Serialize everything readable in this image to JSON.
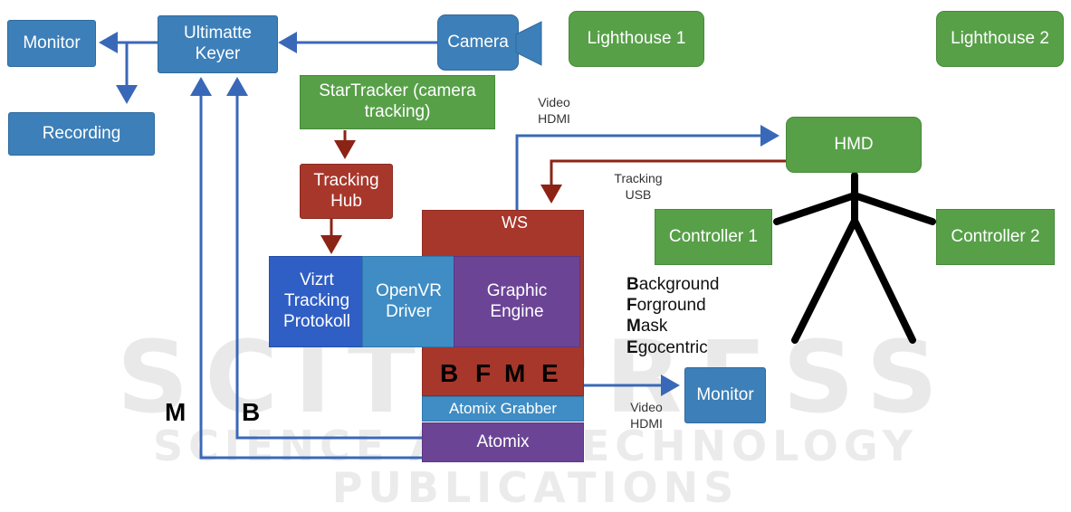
{
  "watermark": {
    "main": "SCITEPRESS",
    "sub": "SCIENCE AND TECHNOLOGY PUBLICATIONS"
  },
  "nodes": {
    "monitor_top": "Monitor",
    "ultimatte": "Ultimatte\nKeyer",
    "camera": "Camera",
    "lighthouse1": "Lighthouse 1",
    "lighthouse2": "Lighthouse 2",
    "recording": "Recording",
    "startracker": "StarTracker (camera\ntracking)",
    "tracking_hub": "Tracking\nHub",
    "ws": "WS",
    "hmd": "HMD",
    "controller1": "Controller 1",
    "controller2": "Controller 2",
    "vizrt": "Vizrt\nTracking\nProtokoll",
    "openvr": "OpenVR\nDriver",
    "graphic_engine": "Graphic\nEngine",
    "atomix_grabber": "Atomix Grabber",
    "atomix": "Atomix",
    "monitor_bottom": "Monitor"
  },
  "signals": {
    "b": "B",
    "f": "F",
    "m": "M",
    "e": "E"
  },
  "side_letters": {
    "m": "M",
    "b": "B"
  },
  "notes": {
    "video_hdmi_top": "Video\nHDMI",
    "tracking_usb": "Tracking\nUSB",
    "video_hdmi_bottom": "Video\nHDMI"
  },
  "legend": [
    {
      "initial": "B",
      "rest": "ackground"
    },
    {
      "initial": "F",
      "rest": "orground"
    },
    {
      "initial": "M",
      "rest": "ask"
    },
    {
      "initial": "E",
      "rest": "gocentric"
    }
  ],
  "colors": {
    "blue_box": "#3d7fb8",
    "green_box": "#57a048",
    "red_box": "#a8372b",
    "purple_box": "#6c4496",
    "arrow_blue": "#3a68b8",
    "arrow_red": "#8c2416"
  }
}
